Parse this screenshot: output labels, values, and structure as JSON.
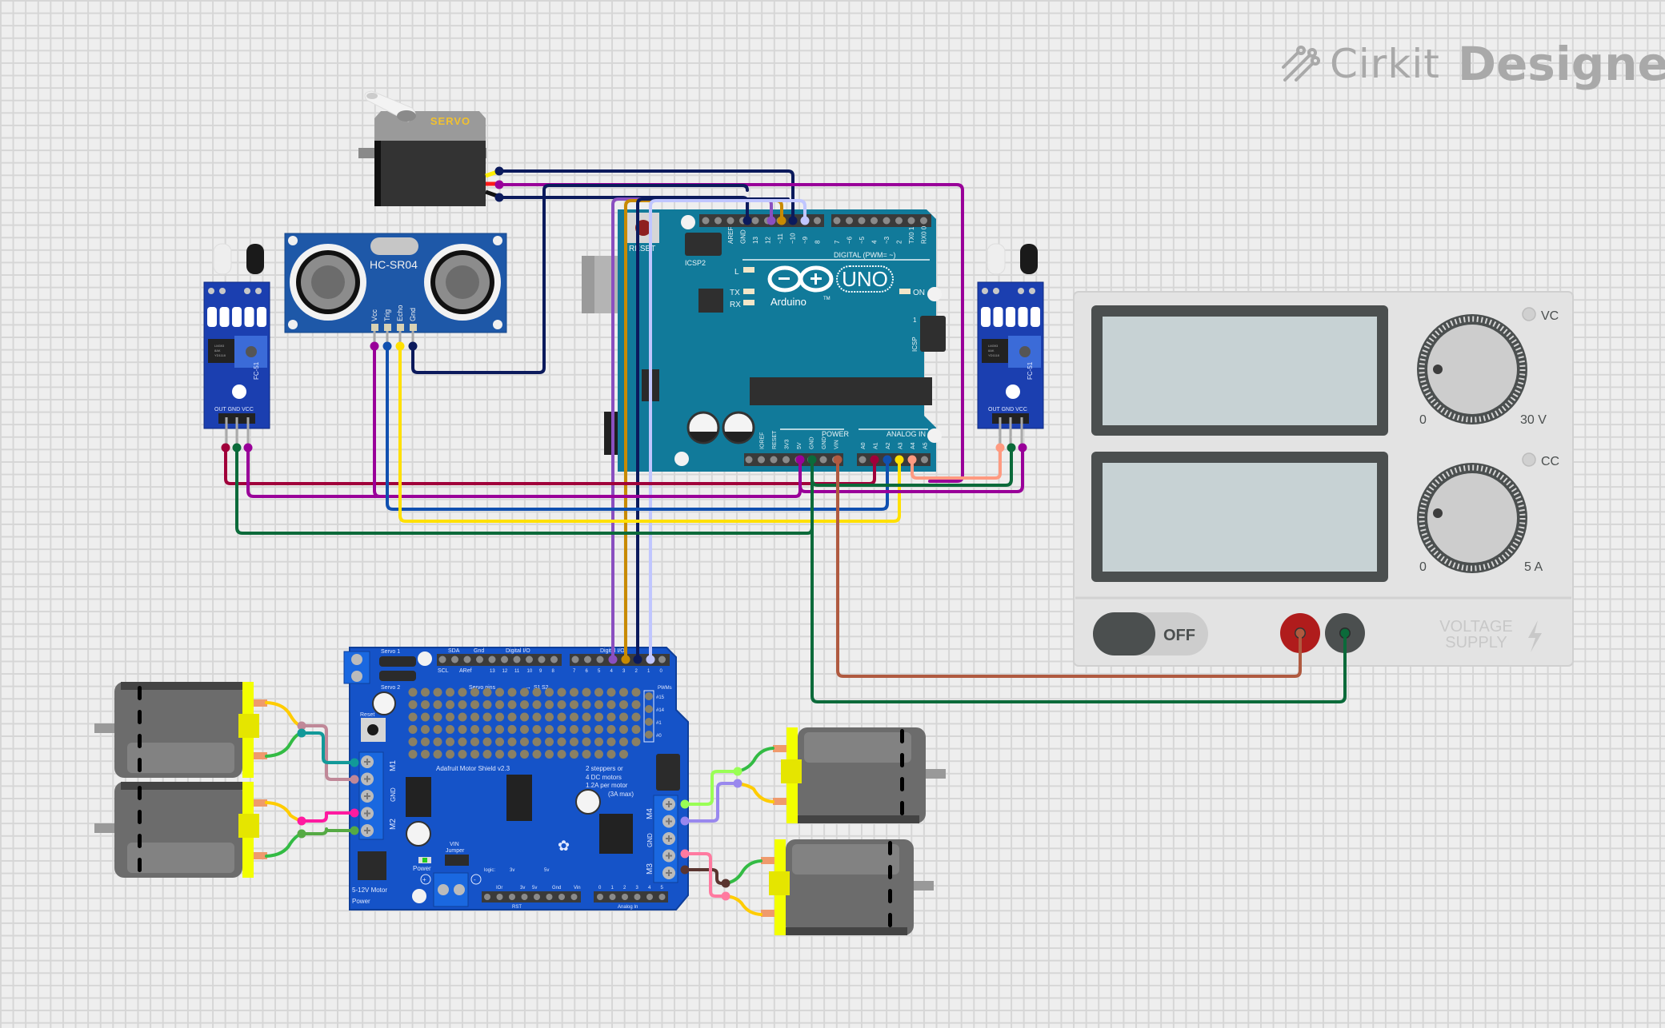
{
  "app": {
    "brand_prefix": "Cirkit",
    "brand_suffix": "Designer",
    "logo_icon": "circuit-traces-icon"
  },
  "components": {
    "servo": {
      "label": "SERVO"
    },
    "ultrasonic": {
      "label": "HC-SR04",
      "pins": [
        "Vcc",
        "Trig",
        "Echo",
        "Gnd"
      ]
    },
    "ir_left": {
      "label": "FC-51",
      "pins_label": "OUT GND VCC",
      "chip": [
        "LM393",
        "8AK",
        "YD1118"
      ]
    },
    "ir_right": {
      "label": "FC-51",
      "pins_label": "OUT GND VCC",
      "chip": [
        "LM393",
        "8AK",
        "YD1118"
      ]
    },
    "arduino": {
      "brand": "Arduino",
      "model": "UNO",
      "trademark": "TM",
      "reset_label": "RESET",
      "icsp2_label": "ICSP2",
      "icsp_label": "ICSP",
      "icsp_pin1": "1",
      "led_l": "L",
      "led_tx": "TX",
      "led_rx": "RX",
      "led_on": "ON",
      "digital_label": "DIGITAL (PWM= ~)",
      "power_label": "POWER",
      "analog_label": "ANALOG IN",
      "digital_pins": [
        "AREF",
        "GND",
        "13",
        "12",
        "~11",
        "~10",
        "~9",
        "8",
        "7",
        "~6",
        "~5",
        "4",
        "~3",
        "2",
        "TX0 1",
        "RX0 0"
      ],
      "power_pins": [
        "IOREF",
        "RESET",
        "3V3",
        "5V",
        "GND",
        "GND",
        "VIN"
      ],
      "analog_pins": [
        "A0",
        "A1",
        "A2",
        "A3",
        "A4",
        "A5"
      ]
    },
    "motor_shield": {
      "title": "Adafruit Motor Shield v2.3",
      "spec_lines": [
        "2 steppers or",
        "4 DC motors",
        "1.2A per motor",
        "(3A max)"
      ],
      "servo1": "Servo 1",
      "servo2": "Servo 2",
      "sda": "SDA",
      "scl": "SCL",
      "gnd": "Gnd",
      "aref": "ARef",
      "digital_io": "Digital I/O",
      "servo_pins": "Servo pins",
      "s1": "S1",
      "s2": "S2",
      "pwms": "PWMs",
      "pwm_labels": [
        "#15",
        "#14",
        "#1",
        "#0"
      ],
      "reset": "Reset",
      "m1": "M1",
      "m2": "M2",
      "m3": "M3",
      "m4": "M4",
      "gnd_terminal": "GND",
      "power": "Power",
      "vin_jumper": [
        "VIN",
        "Jumper"
      ],
      "motor_power": [
        "5-12V Motor",
        "Power"
      ],
      "logic": "logic:",
      "v3": "3v",
      "v5": "5v",
      "bottom_pins": [
        "IOr",
        "3v",
        "5v",
        "Gnd",
        "Vin"
      ],
      "rst": "RST",
      "analog_in": "Analog In",
      "analog_nums": [
        "0",
        "1",
        "2",
        "3",
        "4",
        "5"
      ],
      "digital_top": [
        "13",
        "12",
        "11",
        "10",
        "9",
        "8",
        "7",
        "6",
        "5",
        "4",
        "3",
        "2",
        "1",
        "0"
      ],
      "plus": "+",
      "minus": "-"
    },
    "power_supply": {
      "vc_label": "VC",
      "cc_label": "CC",
      "voltage_min": "0",
      "voltage_max": "30 V",
      "current_min": "0",
      "current_max": "5 A",
      "switch_state": "OFF",
      "brand_lines": [
        "VOLTAGE",
        "SUPPLY"
      ],
      "voltage_display": "",
      "current_display": ""
    }
  },
  "colors": {
    "arduino_board": "#117a9a",
    "shield_board": "#1553c8",
    "sensor_board": "#1b3fb0",
    "psu_body": "#e2e2e2",
    "lcd": "#c7d2d4",
    "motor_cap": "#f3ff00"
  }
}
